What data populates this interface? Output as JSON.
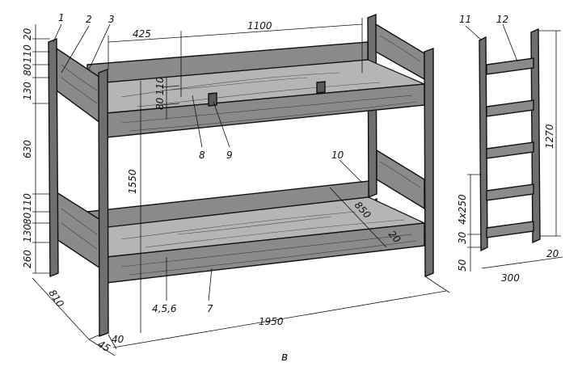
{
  "caption": "в",
  "part_numbers": {
    "p1": "1",
    "p2": "2",
    "p3": "3",
    "p8": "8",
    "p9": "9",
    "p10": "10",
    "p456": "4,5,6",
    "p7": "7",
    "p11": "11",
    "p12": "12"
  },
  "dimensions": {
    "left_20": "20",
    "left_110a": "110",
    "left_80a": "80",
    "left_130a": "130",
    "left_630": "630",
    "left_110b": "110",
    "left_80b": "80",
    "left_130b": "130",
    "left_260": "260",
    "top_425": "425",
    "top_1100": "1100",
    "inner_80": "80",
    "inner_110": "110",
    "height_1550": "1550",
    "depth_850": "850",
    "thick_20": "20",
    "length_1950": "1950",
    "bottom_40": "40",
    "depth_810": "810",
    "bottom_45": "45",
    "ladder_1270": "1270",
    "ladder_4x250": "4x250",
    "ladder_30": "30",
    "ladder_50": "50",
    "ladder_300": "300",
    "ladder_20": "20"
  }
}
